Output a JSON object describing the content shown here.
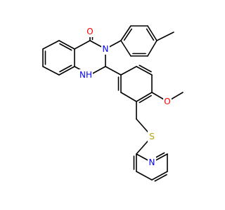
{
  "colors": {
    "background": "#ffffff",
    "bond": "#000000",
    "oxygen": "#ff0000",
    "nitrogen": "#0000ff",
    "sulfur": "#b2a400"
  },
  "atom_labels": [
    {
      "id": "O_carbonyl",
      "text": "O",
      "element": "O"
    },
    {
      "id": "N_amide",
      "text": "N",
      "element": "N"
    },
    {
      "id": "NH",
      "text": "NH",
      "element": "N"
    },
    {
      "id": "O_methoxy",
      "text": "O",
      "element": "O"
    },
    {
      "id": "S",
      "text": "S",
      "element": "S"
    },
    {
      "id": "N_pyridine",
      "text": "N",
      "element": "N"
    }
  ]
}
